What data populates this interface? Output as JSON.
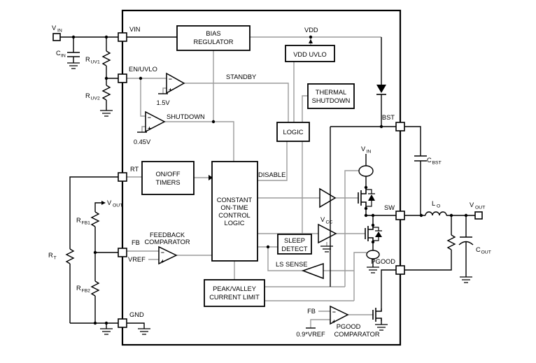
{
  "diagram": {
    "type": "block-diagram",
    "description": "Synchronous buck regulator IC functional block diagram",
    "colors": {
      "signal_wire": "#9b9b9b",
      "power_wire": "#000000",
      "outline": "#000000",
      "canvas": "#ffffff"
    },
    "pins": {
      "vin": "VIN",
      "en_uvlo": "EN/UVLO",
      "rt": "RT",
      "fb": "FB",
      "vref": "VREF",
      "gnd": "GND",
      "bst": "BST",
      "sw": "SW",
      "pgood": "PGOOD"
    },
    "blocks": {
      "bias_regulator": [
        "BIAS",
        "REGULATOR"
      ],
      "vdd_uvlo": [
        "VDD UVLO"
      ],
      "thermal_shutdown": [
        "THERMAL",
        "SHUTDOWN"
      ],
      "logic": [
        "LOGIC"
      ],
      "on_off_timers": [
        "ON/OFF",
        "TIMERS"
      ],
      "cot_control": [
        "CONSTANT",
        "ON-TIME",
        "CONTROL",
        "LOGIC"
      ],
      "sleep_detect": [
        "SLEEP",
        "DETECT"
      ],
      "peak_valley_limit": [
        "PEAK/VALLEY",
        "CURRENT LIMIT"
      ]
    },
    "signals": {
      "vdd": "VDD",
      "standby": "STANDBY",
      "shutdown": "SHUTDOWN",
      "disable": "DISABLE",
      "ls_sense": "LS SENSE",
      "fb_tap": "FB",
      "feedback_comparator": [
        "FEEDBACK",
        "COMPARATOR"
      ],
      "pgood_comparator": [
        "PGOOD",
        "COMPARATOR"
      ]
    },
    "references": {
      "standby_threshold": "1.5V",
      "shutdown_threshold": "0.45V",
      "pgood_threshold": "0.9*VREF"
    },
    "parts": {
      "vin_terminal": {
        "main": "V",
        "sub": "IN"
      },
      "cin": {
        "main": "C",
        "sub": "IN"
      },
      "ruv1": {
        "main": "R",
        "sub": "UV1"
      },
      "ruv2": {
        "main": "R",
        "sub": "UV2"
      },
      "rt_resistor": {
        "main": "R",
        "sub": "T"
      },
      "rfb1": {
        "main": "R",
        "sub": "FB1"
      },
      "rfb2": {
        "main": "R",
        "sub": "FB2"
      },
      "vout_tap": {
        "main": "V",
        "sub": "OUT"
      },
      "vin_rail": {
        "main": "V",
        "sub": "IN"
      },
      "vcc_rail": {
        "main": "V",
        "sub": "CC"
      },
      "cbst": {
        "main": "C",
        "sub": "BST"
      },
      "lo": {
        "main": "L",
        "sub": "O"
      },
      "vout_terminal": {
        "main": "V",
        "sub": "OUT"
      },
      "cout": {
        "main": "C",
        "sub": "OUT"
      }
    }
  }
}
